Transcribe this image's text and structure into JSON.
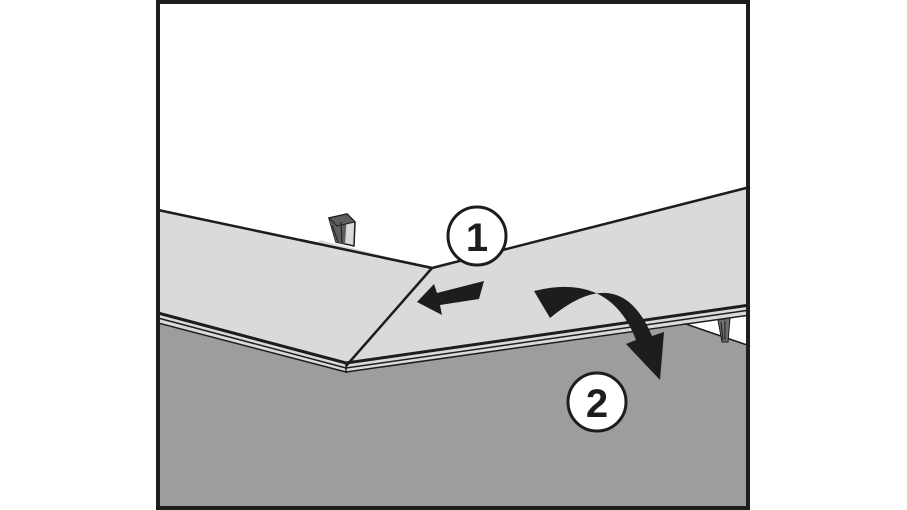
{
  "diagram": {
    "description": "Flooring panel installation step illustration",
    "colors": {
      "frame": "#1d1d1b",
      "background": "#ffffff",
      "panel": "#dadada",
      "floor": "#9d9d9c",
      "arrow": "#1d1d1b"
    },
    "steps": [
      {
        "number": "1",
        "action": "push panel left into joint"
      },
      {
        "number": "2",
        "action": "fold panel down onto floor"
      }
    ]
  }
}
